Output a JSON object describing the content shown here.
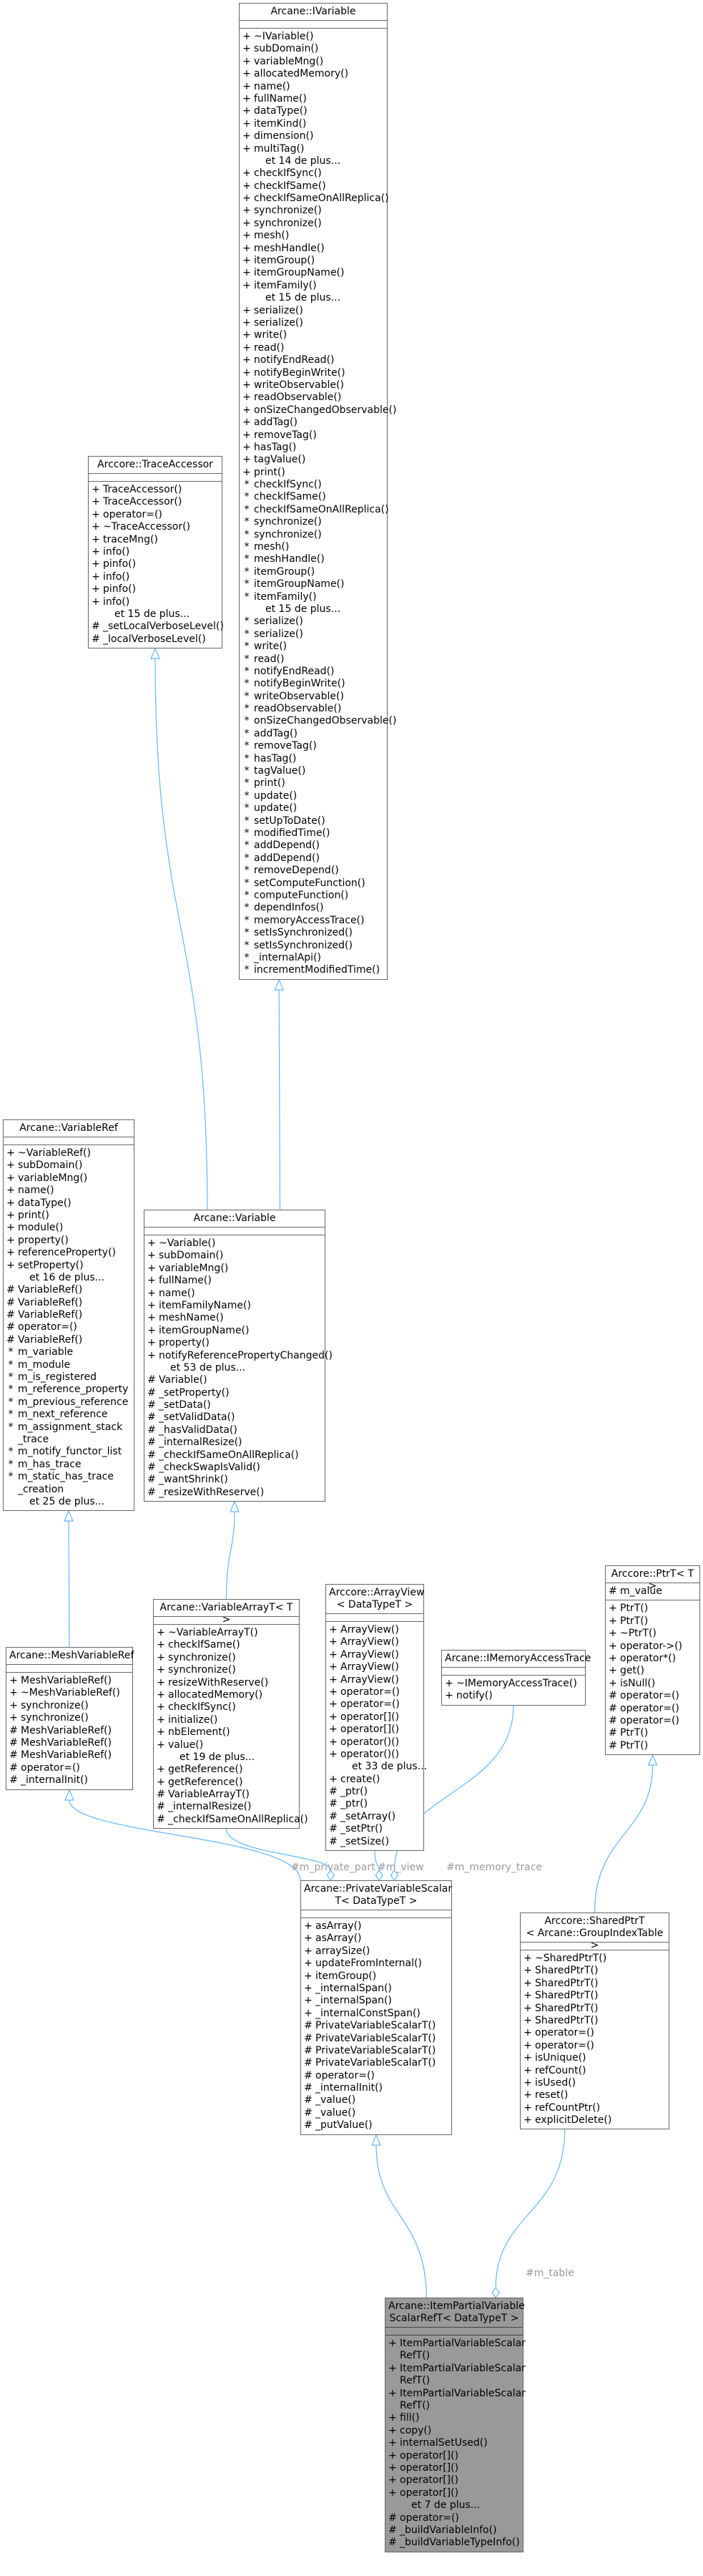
{
  "nodes": [
    {
      "id": "ivariable",
      "title": [
        "Arcane::IVariable"
      ],
      "attrs": [],
      "methods": [
        [
          "+",
          "~IVariable()"
        ],
        [
          "+",
          "subDomain()"
        ],
        [
          "+",
          "variableMng()"
        ],
        [
          "+",
          "allocatedMemory()"
        ],
        [
          "+",
          "name()"
        ],
        [
          "+",
          "fullName()"
        ],
        [
          "+",
          "dataType()"
        ],
        [
          "+",
          "itemKind()"
        ],
        [
          "+",
          "dimension()"
        ],
        [
          "+",
          "multiTag()"
        ],
        [
          "",
          "et 14 de plus..."
        ],
        [
          "+",
          "checkIfSync()"
        ],
        [
          "+",
          "checkIfSame()"
        ],
        [
          "+",
          "checkIfSameOnAllReplica()"
        ],
        [
          "+",
          "synchronize()"
        ],
        [
          "+",
          "synchronize()"
        ],
        [
          "+",
          "mesh()"
        ],
        [
          "+",
          "meshHandle()"
        ],
        [
          "+",
          "itemGroup()"
        ],
        [
          "+",
          "itemGroupName()"
        ],
        [
          "+",
          "itemFamily()"
        ],
        [
          "",
          "et 15 de plus..."
        ],
        [
          "+",
          "serialize()"
        ],
        [
          "+",
          "serialize()"
        ],
        [
          "+",
          "write()"
        ],
        [
          "+",
          "read()"
        ],
        [
          "+",
          "notifyEndRead()"
        ],
        [
          "+",
          "notifyBeginWrite()"
        ],
        [
          "+",
          "writeObservable()"
        ],
        [
          "+",
          "readObservable()"
        ],
        [
          "+",
          "onSizeChangedObservable()"
        ],
        [
          "+",
          "addTag()"
        ],
        [
          "+",
          "removeTag()"
        ],
        [
          "+",
          "hasTag()"
        ],
        [
          "+",
          "tagValue()"
        ],
        [
          "+",
          "print()"
        ],
        [
          "*",
          "checkIfSync()"
        ],
        [
          "*",
          "checkIfSame()"
        ],
        [
          "*",
          "checkIfSameOnAllReplica()"
        ],
        [
          "*",
          "synchronize()"
        ],
        [
          "*",
          "synchronize()"
        ],
        [
          "*",
          "mesh()"
        ],
        [
          "*",
          "meshHandle()"
        ],
        [
          "*",
          "itemGroup()"
        ],
        [
          "*",
          "itemGroupName()"
        ],
        [
          "*",
          "itemFamily()"
        ],
        [
          "",
          "et 15 de plus..."
        ],
        [
          "*",
          "serialize()"
        ],
        [
          "*",
          "serialize()"
        ],
        [
          "*",
          "write()"
        ],
        [
          "*",
          "read()"
        ],
        [
          "*",
          "notifyEndRead()"
        ],
        [
          "*",
          "notifyBeginWrite()"
        ],
        [
          "*",
          "writeObservable()"
        ],
        [
          "*",
          "readObservable()"
        ],
        [
          "*",
          "onSizeChangedObservable()"
        ],
        [
          "*",
          "addTag()"
        ],
        [
          "*",
          "removeTag()"
        ],
        [
          "*",
          "hasTag()"
        ],
        [
          "*",
          "tagValue()"
        ],
        [
          "*",
          "print()"
        ],
        [
          "*",
          "update()"
        ],
        [
          "*",
          "update()"
        ],
        [
          "*",
          "setUpToDate()"
        ],
        [
          "*",
          "modifiedTime()"
        ],
        [
          "*",
          "addDepend()"
        ],
        [
          "*",
          "addDepend()"
        ],
        [
          "*",
          "removeDepend()"
        ],
        [
          "*",
          "setComputeFunction()"
        ],
        [
          "*",
          "computeFunction()"
        ],
        [
          "*",
          "dependInfos()"
        ],
        [
          "*",
          "memoryAccessTrace()"
        ],
        [
          "*",
          "setIsSynchronized()"
        ],
        [
          "*",
          "setIsSynchronized()"
        ],
        [
          "*",
          "_internalApi()"
        ],
        [
          "*",
          "incrementModifiedTime()"
        ]
      ]
    },
    {
      "id": "traceaccessor",
      "title": [
        "Arccore::TraceAccessor"
      ],
      "attrs": [],
      "methods": [
        [
          "+",
          "TraceAccessor()"
        ],
        [
          "+",
          "TraceAccessor()"
        ],
        [
          "+",
          "operator=()"
        ],
        [
          "+",
          "~TraceAccessor()"
        ],
        [
          "+",
          "traceMng()"
        ],
        [
          "+",
          "info()"
        ],
        [
          "+",
          "pinfo()"
        ],
        [
          "+",
          "info()"
        ],
        [
          "+",
          "pinfo()"
        ],
        [
          "+",
          "info()"
        ],
        [
          "",
          "et 15 de plus..."
        ],
        [
          "#",
          "_setLocalVerboseLevel()"
        ],
        [
          "#",
          "_localVerboseLevel()"
        ]
      ]
    },
    {
      "id": "variableref",
      "title": [
        "Arcane::VariableRef"
      ],
      "attrs": [],
      "methods": [
        [
          "+",
          "~VariableRef()"
        ],
        [
          "+",
          "subDomain()"
        ],
        [
          "+",
          "variableMng()"
        ],
        [
          "+",
          "name()"
        ],
        [
          "+",
          "dataType()"
        ],
        [
          "+",
          "print()"
        ],
        [
          "+",
          "module()"
        ],
        [
          "+",
          "property()"
        ],
        [
          "+",
          "referenceProperty()"
        ],
        [
          "+",
          "setProperty()"
        ],
        [
          "",
          "et 16 de plus..."
        ],
        [
          "#",
          "VariableRef()"
        ],
        [
          "#",
          "VariableRef()"
        ],
        [
          "#",
          "VariableRef()"
        ],
        [
          "#",
          "operator=()"
        ],
        [
          "#",
          "VariableRef()"
        ],
        [
          "*",
          "m_variable"
        ],
        [
          "*",
          "m_module"
        ],
        [
          "*",
          "m_is_registered"
        ],
        [
          "*",
          "m_reference_property"
        ],
        [
          "*",
          "m_previous_reference"
        ],
        [
          "*",
          "m_next_reference"
        ],
        [
          "*",
          "m_assignment_stack\n_trace"
        ],
        [
          "*",
          "m_notify_functor_list"
        ],
        [
          "*",
          "m_has_trace"
        ],
        [
          "*",
          "m_static_has_trace\n_creation"
        ],
        [
          "",
          "et 25 de plus..."
        ]
      ]
    },
    {
      "id": "variable",
      "title": [
        "Arcane::Variable"
      ],
      "attrs": [],
      "methods": [
        [
          "+",
          "~Variable()"
        ],
        [
          "+",
          "subDomain()"
        ],
        [
          "+",
          "variableMng()"
        ],
        [
          "+",
          "fullName()"
        ],
        [
          "+",
          "name()"
        ],
        [
          "+",
          "itemFamilyName()"
        ],
        [
          "+",
          "meshName()"
        ],
        [
          "+",
          "itemGroupName()"
        ],
        [
          "+",
          "property()"
        ],
        [
          "+",
          "notifyReferencePropertyChanged()"
        ],
        [
          "",
          "et 53 de plus..."
        ],
        [
          "#",
          "Variable()"
        ],
        [
          "#",
          "_setProperty()"
        ],
        [
          "#",
          "_setData()"
        ],
        [
          "#",
          "_setValidData()"
        ],
        [
          "#",
          "_hasValidData()"
        ],
        [
          "#",
          "_internalResize()"
        ],
        [
          "#",
          "_checkIfSameOnAllReplica()"
        ],
        [
          "#",
          "_checkSwapIsValid()"
        ],
        [
          "#",
          "_wantShrink()"
        ],
        [
          "#",
          "_resizeWithReserve()"
        ]
      ]
    },
    {
      "id": "meshvariableref",
      "title": [
        "Arcane::MeshVariableRef"
      ],
      "attrs": [],
      "methods": [
        [
          "+",
          "MeshVariableRef()"
        ],
        [
          "+",
          "~MeshVariableRef()"
        ],
        [
          "+",
          "synchronize()"
        ],
        [
          "+",
          "synchronize()"
        ],
        [
          "#",
          "MeshVariableRef()"
        ],
        [
          "#",
          "MeshVariableRef()"
        ],
        [
          "#",
          "MeshVariableRef()"
        ],
        [
          "#",
          "operator=()"
        ],
        [
          "#",
          "_internalInit()"
        ]
      ]
    },
    {
      "id": "variablearray",
      "title": [
        "Arcane::VariableArrayT< T >"
      ],
      "attrs": [],
      "methods": [
        [
          "+",
          "~VariableArrayT()"
        ],
        [
          "+",
          "checkIfSame()"
        ],
        [
          "+",
          "synchronize()"
        ],
        [
          "+",
          "synchronize()"
        ],
        [
          "+",
          "resizeWithReserve()"
        ],
        [
          "+",
          "allocatedMemory()"
        ],
        [
          "+",
          "checkIfSync()"
        ],
        [
          "+",
          "initialize()"
        ],
        [
          "+",
          "nbElement()"
        ],
        [
          "+",
          "value()"
        ],
        [
          "",
          "et 19 de plus..."
        ],
        [
          "+",
          "getReference()"
        ],
        [
          "+",
          "getReference()"
        ],
        [
          "#",
          "VariableArrayT()"
        ],
        [
          "#",
          "_internalResize()"
        ],
        [
          "#",
          "_checkIfSameOnAllReplica()"
        ]
      ]
    },
    {
      "id": "arrayview",
      "title": [
        "Arccore::ArrayView",
        "< DataTypeT >"
      ],
      "attrs": [],
      "methods": [
        [
          "+",
          "ArrayView()"
        ],
        [
          "+",
          "ArrayView()"
        ],
        [
          "+",
          "ArrayView()"
        ],
        [
          "+",
          "ArrayView()"
        ],
        [
          "+",
          "ArrayView()"
        ],
        [
          "+",
          "operator=()"
        ],
        [
          "+",
          "operator=()"
        ],
        [
          "+",
          "operator[]()"
        ],
        [
          "+",
          "operator[]()"
        ],
        [
          "+",
          "operator()()"
        ],
        [
          "+",
          "operator()()"
        ],
        [
          "",
          "et 33 de plus..."
        ],
        [
          "+",
          "create()"
        ],
        [
          "#",
          "_ptr()"
        ],
        [
          "#",
          "_ptr()"
        ],
        [
          "#",
          "_setArray()"
        ],
        [
          "#",
          "_setPtr()"
        ],
        [
          "#",
          "_setSize()"
        ]
      ]
    },
    {
      "id": "imemoryaccesstrace",
      "title": [
        "Arcane::IMemoryAccessTrace"
      ],
      "attrs": [],
      "methods": [
        [
          "+",
          "~IMemoryAccessTrace()"
        ],
        [
          "+",
          "notify()"
        ]
      ]
    },
    {
      "id": "ptrt",
      "title": [
        "Arccore::PtrT< T >"
      ],
      "attrs": [
        [
          "#",
          "m_value"
        ]
      ],
      "methods": [
        [
          "+",
          "PtrT()"
        ],
        [
          "+",
          "PtrT()"
        ],
        [
          "+",
          "~PtrT()"
        ],
        [
          "+",
          "operator->()"
        ],
        [
          "+",
          "operator*()"
        ],
        [
          "+",
          "get()"
        ],
        [
          "+",
          "isNull()"
        ],
        [
          "#",
          "operator=()"
        ],
        [
          "#",
          "operator=()"
        ],
        [
          "#",
          "operator=()"
        ],
        [
          "#",
          "PtrT()"
        ],
        [
          "#",
          "PtrT()"
        ]
      ]
    },
    {
      "id": "privatevariablescalar",
      "title": [
        "Arcane::PrivateVariableScalar",
        "T< DataTypeT >"
      ],
      "attrs": [],
      "methods": [
        [
          "+",
          "asArray()"
        ],
        [
          "+",
          "asArray()"
        ],
        [
          "+",
          "arraySize()"
        ],
        [
          "+",
          "updateFromInternal()"
        ],
        [
          "+",
          "itemGroup()"
        ],
        [
          "+",
          "_internalSpan()"
        ],
        [
          "+",
          "_internalSpan()"
        ],
        [
          "+",
          "_internalConstSpan()"
        ],
        [
          "#",
          "PrivateVariableScalarT()"
        ],
        [
          "#",
          "PrivateVariableScalarT()"
        ],
        [
          "#",
          "PrivateVariableScalarT()"
        ],
        [
          "#",
          "PrivateVariableScalarT()"
        ],
        [
          "#",
          "operator=()"
        ],
        [
          "#",
          "_internalInit()"
        ],
        [
          "#",
          "_value()"
        ],
        [
          "#",
          "_value()"
        ],
        [
          "#",
          "_putValue()"
        ]
      ]
    },
    {
      "id": "sharedptrt",
      "title": [
        "Arccore::SharedPtrT",
        "< Arcane::GroupIndexTable >"
      ],
      "attrs": [],
      "methods": [
        [
          "+",
          "~SharedPtrT()"
        ],
        [
          "+",
          "SharedPtrT()"
        ],
        [
          "+",
          "SharedPtrT()"
        ],
        [
          "+",
          "SharedPtrT()"
        ],
        [
          "+",
          "SharedPtrT()"
        ],
        [
          "+",
          "SharedPtrT()"
        ],
        [
          "+",
          "operator=()"
        ],
        [
          "+",
          "operator=()"
        ],
        [
          "+",
          "isUnique()"
        ],
        [
          "+",
          "refCount()"
        ],
        [
          "+",
          "isUsed()"
        ],
        [
          "+",
          "reset()"
        ],
        [
          "+",
          "refCountPtr()"
        ],
        [
          "+",
          "explicitDelete()"
        ]
      ]
    },
    {
      "id": "itempartialvariablescalarreft",
      "title": [
        "Arcane::ItemPartialVariable",
        "ScalarRefT< DataTypeT >"
      ],
      "attrs": [],
      "methods": [
        [
          "+",
          "ItemPartialVariableScalar\nRefT()"
        ],
        [
          "+",
          "ItemPartialVariableScalar\nRefT()"
        ],
        [
          "+",
          "ItemPartialVariableScalar\nRefT()"
        ],
        [
          "+",
          "fill()"
        ],
        [
          "+",
          "copy()"
        ],
        [
          "+",
          "internalSetUsed()"
        ],
        [
          "+",
          "operator[]()"
        ],
        [
          "+",
          "operator[]()"
        ],
        [
          "+",
          "operator[]()"
        ],
        [
          "+",
          "operator[]()"
        ],
        [
          "",
          "et 7 de plus..."
        ],
        [
          "#",
          "operator=()"
        ],
        [
          "#",
          "_buildVariableInfo()"
        ],
        [
          "#",
          "_buildVariableTypeInfo()"
        ]
      ]
    }
  ],
  "edge_labels": {
    "m_private_part": "#m_private_part",
    "m_view": "#m_view",
    "m_memory_trace": "#m_memory_trace",
    "m_table": "#m_table"
  },
  "colors": {
    "edge": "#63b8ff",
    "highlight_fill": "#999999",
    "label": "#9a9a9a"
  }
}
